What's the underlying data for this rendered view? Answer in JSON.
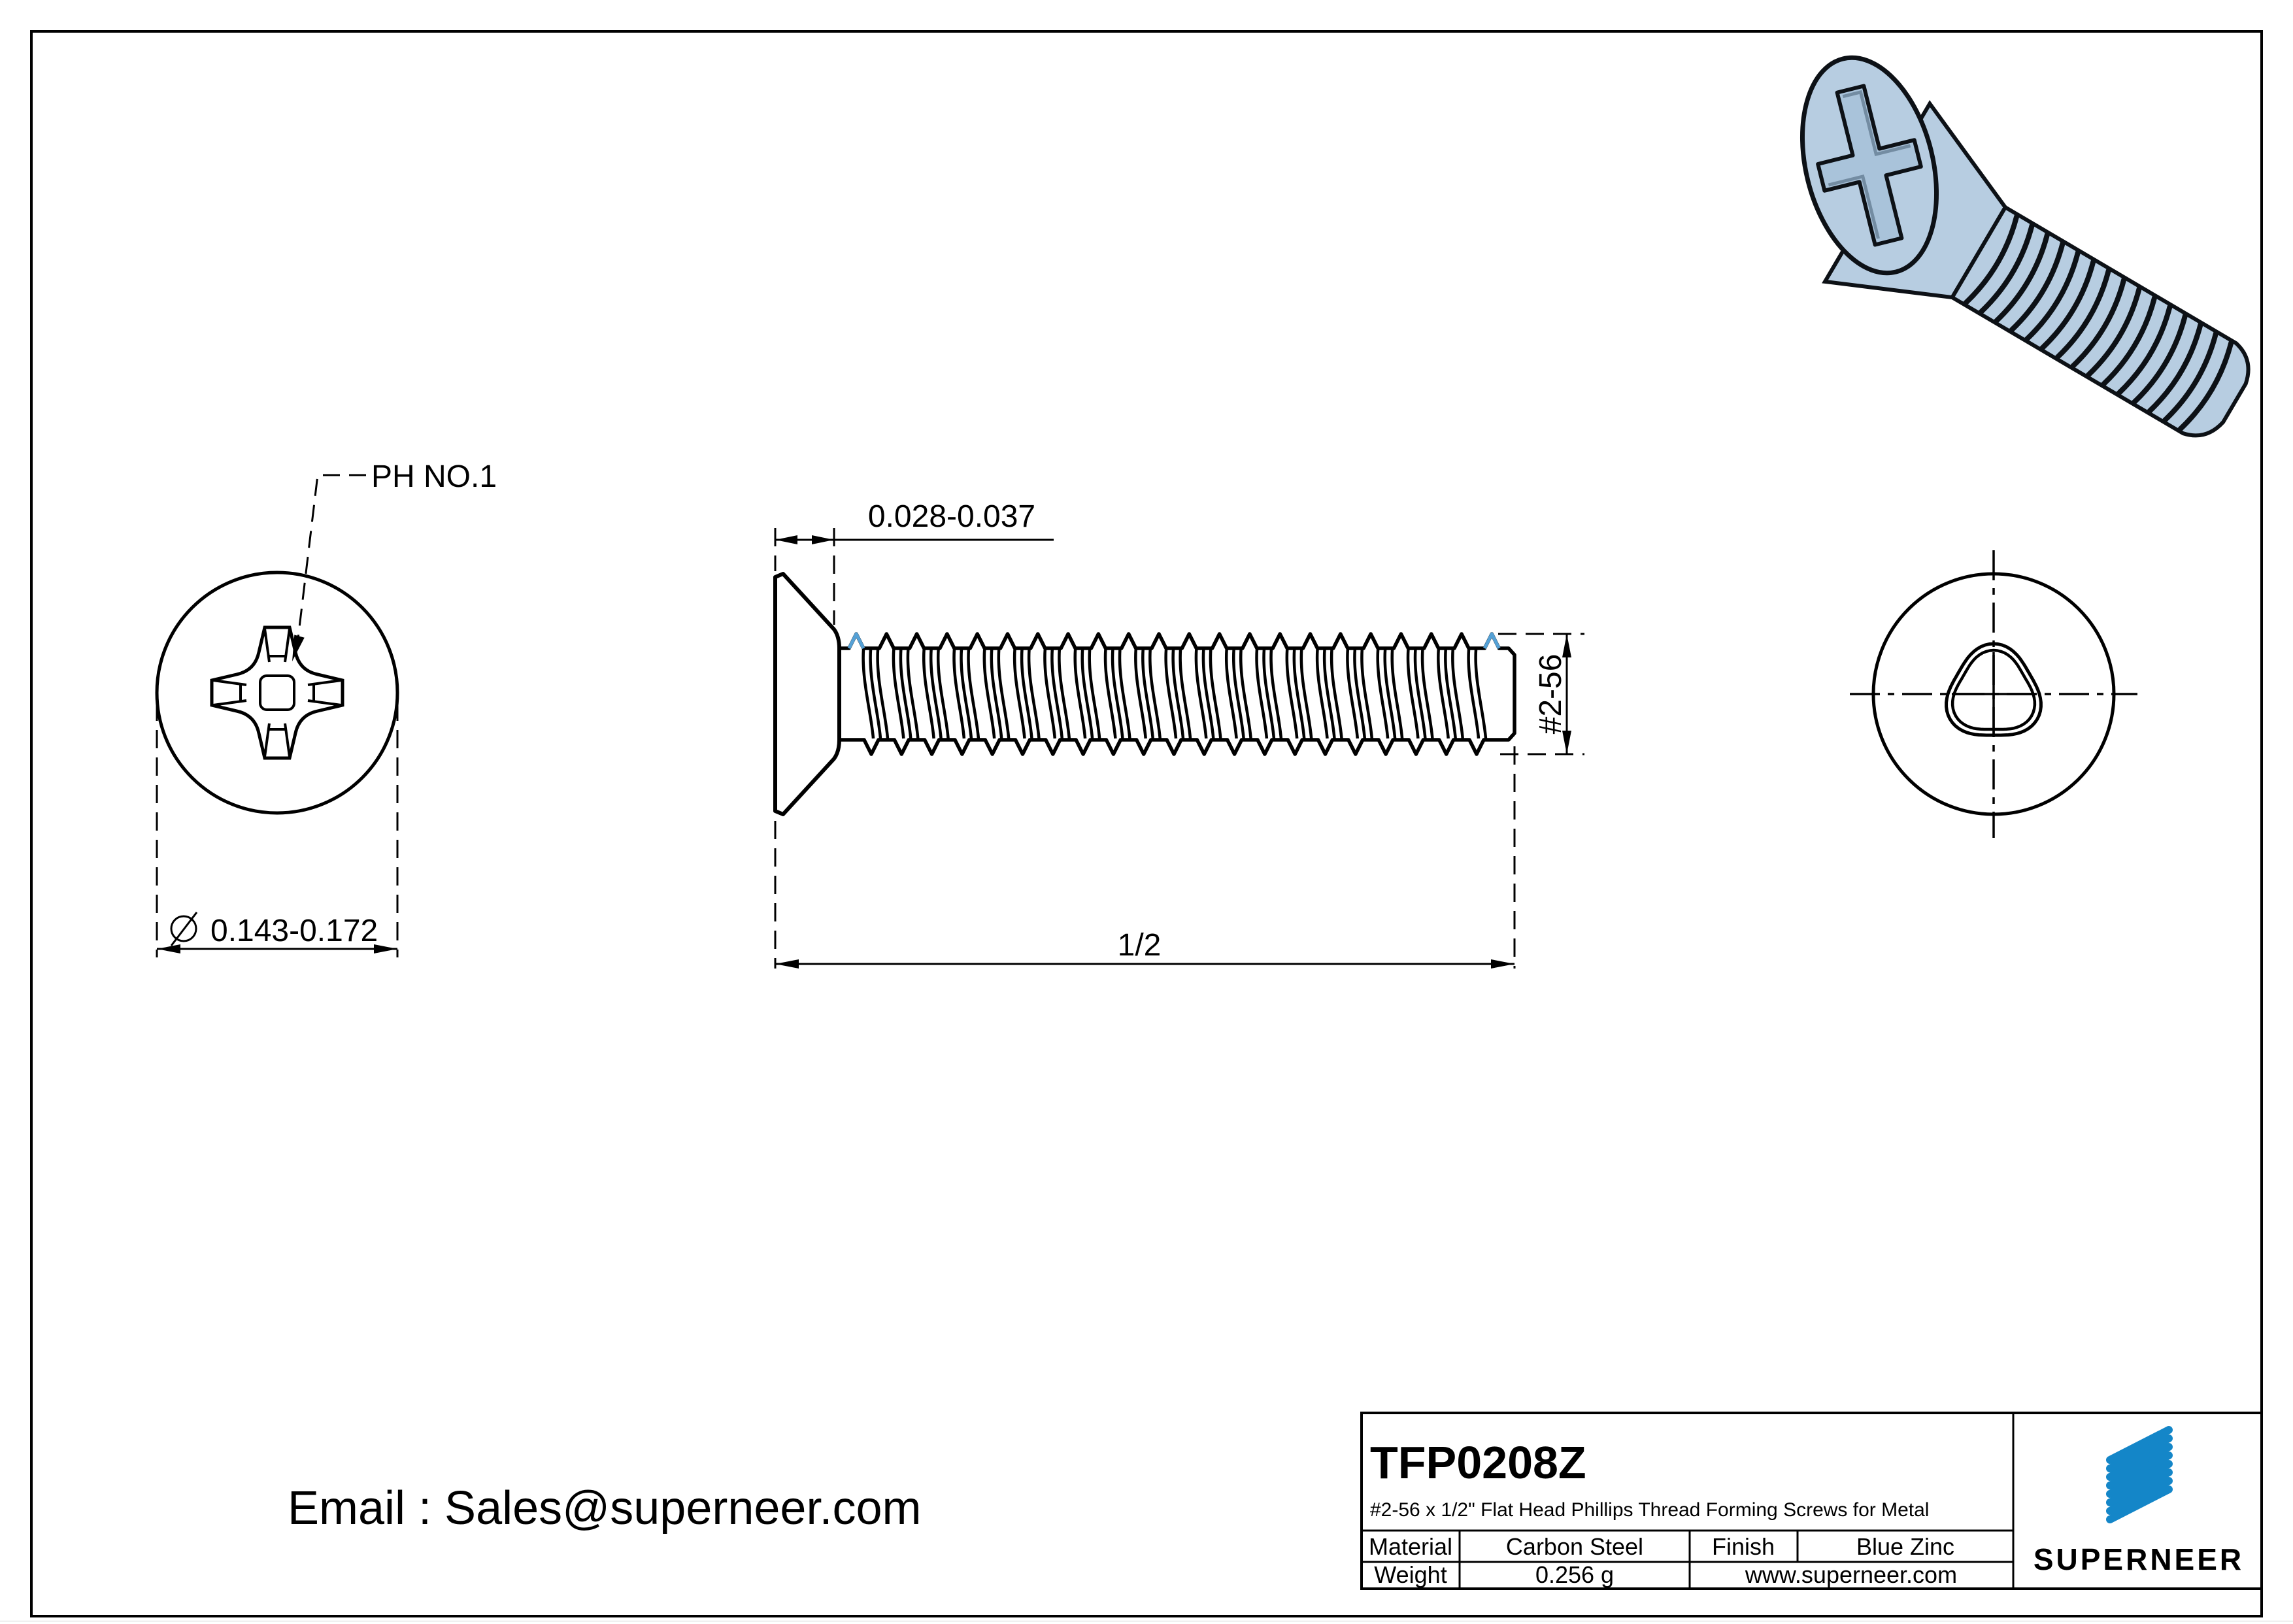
{
  "drawing": {
    "front_view": {
      "leader_label": "PH NO.1",
      "diameter_symbol": "⌀",
      "diameter_value": "0.143-0.172"
    },
    "side_view": {
      "head_height_dim": "0.028-0.037",
      "length_dim": "1/2",
      "thread_size_dim": "#2-56"
    },
    "footer_email": "Email : Sales@superneer.com"
  },
  "title_block": {
    "part_number": "TFP0208Z",
    "description": "#2-56 x 1/2\" Flat Head Phillips Thread Forming Screws for Metal",
    "material_label": "Material",
    "material_value": "Carbon Steel",
    "finish_label": "Finish",
    "finish_value": "Blue Zinc",
    "weight_label": "Weight",
    "weight_value": "0.256 g",
    "website": "www.superneer.com",
    "brand": "SUPERNEER"
  },
  "colors": {
    "line": "#000000",
    "accent_blue": "#1486c8",
    "link_blue": "#1e7fc2",
    "screw_body": "#b7cde1",
    "screw_recess": "#a9c3da",
    "screw_outline": "#0d1116",
    "thread_tip_blue": "#55a1d6"
  }
}
